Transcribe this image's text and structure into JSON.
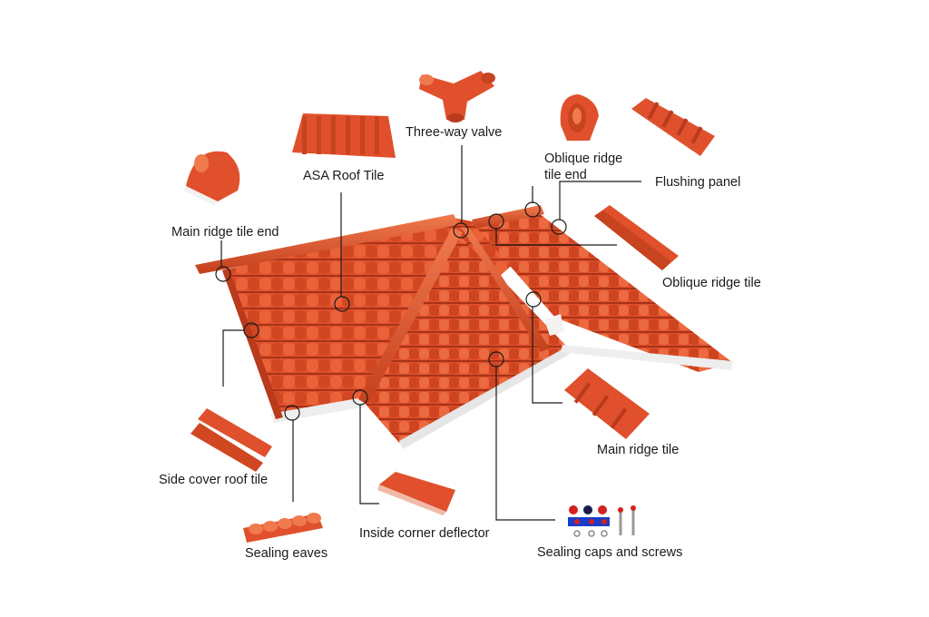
{
  "labels": {
    "main_ridge_tile_end": "Main ridge tile end",
    "asa_roof_tile": "ASA Roof Tile",
    "three_way_valve": "Three-way valve",
    "oblique_ridge_tile_end_line1": "Oblique ridge",
    "oblique_ridge_tile_end_line2": "tile end",
    "flushing_panel": "Flushing panel",
    "oblique_ridge_tile": "Oblique ridge tile",
    "main_ridge_tile": "Main ridge tile",
    "side_cover_roof_tile": "Side cover roof tile",
    "sealing_eaves": "Sealing eaves",
    "inside_corner_deflector": "Inside corner deflector",
    "sealing_caps_and_screws": "Sealing caps and screws"
  },
  "colors": {
    "tile": "#e0502c",
    "tile_dark": "#b93a1c",
    "tile_light": "#f07a4e",
    "edge_white": "#eeeeee",
    "leader": "#1a1a1a"
  }
}
